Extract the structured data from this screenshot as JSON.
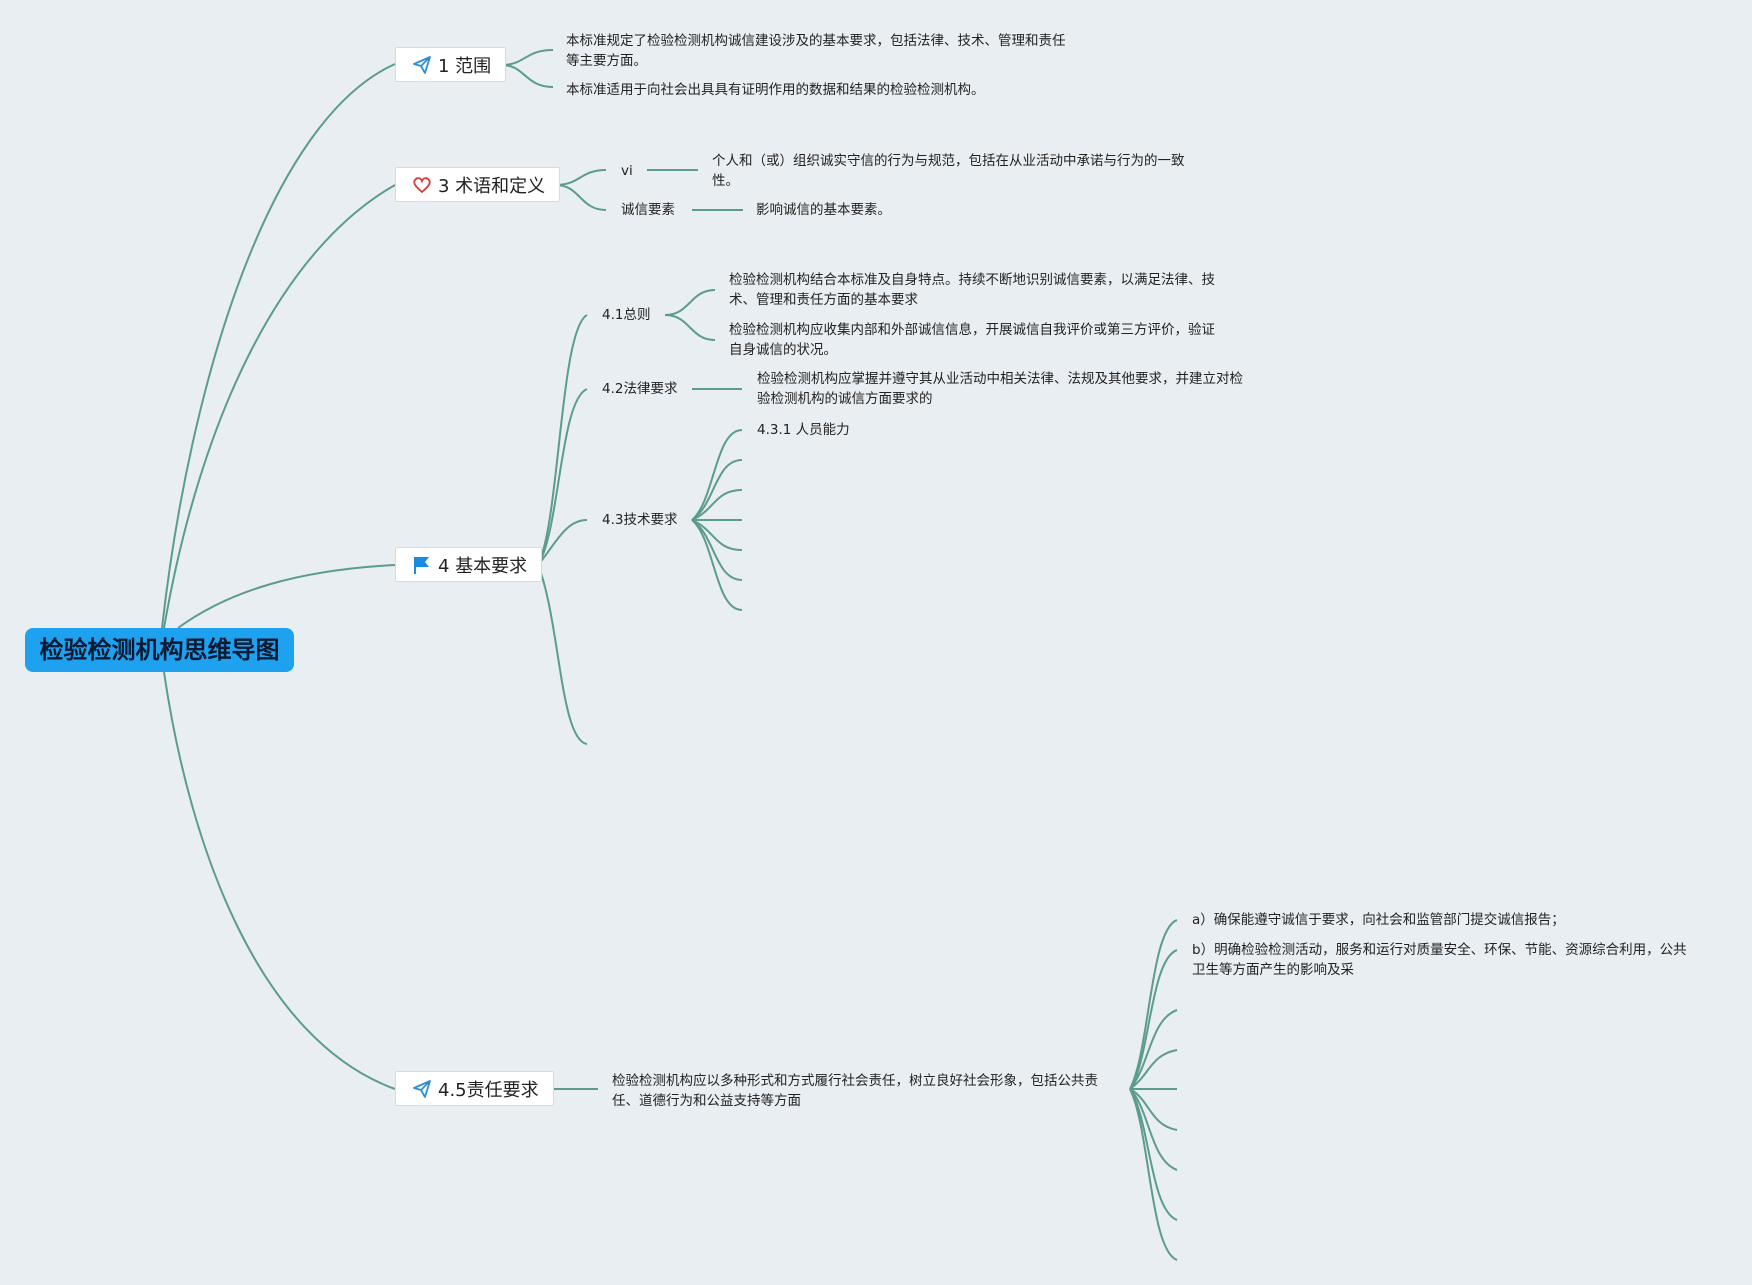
{
  "root": "检验检测机构思维导图",
  "colors": {
    "line": "#5c9c8c",
    "root_bg": "#1ea1ef",
    "flag": "#1a8be0",
    "plane": "#2a8fd6",
    "heart": "#d93a3a"
  },
  "branches": {
    "scope": {
      "label": "1 范围",
      "icon": "paper-plane-icon",
      "items": [
        "本标准规定了检验检测机构诚信建设涉及的基本要求，包括法律、技术、管理和责任等主要方面。",
        "本标准适用于向社会出具具有证明作用的数据和结果的检验检测机构。"
      ]
    },
    "terms": {
      "label": "3 术语和定义",
      "icon": "heart-icon",
      "items": [
        {
          "term": "vi",
          "def": "个人和（或）组织诚实守信的行为与规范，包括在从业活动中承诺与行为的一致性。"
        },
        {
          "term": "诚信要素",
          "def": "影响诚信的基本要素。"
        }
      ]
    },
    "basic": {
      "label": "4 基本要求",
      "icon": "flag-icon",
      "general": {
        "label": "4.1总则",
        "items": [
          "检验检测机构结合本标准及自身特点。持续不断地识别诚信要素，以满足法律、技术、管理和责任方面的基本要求",
          "检验检测机构应收集内部和外部诚信信息，开展诚信自我评价或第三方评价，验证自身诚信的状况。"
        ]
      },
      "legal": {
        "label": "4.2法律要求",
        "text": "检验检测机构应掌握并遵守其从业活动中相关法律、法规及其他要求，并建立对检验检测机构的诚信方面要求的"
      },
      "tech": {
        "label": "4.3技术要求",
        "first_child": "4.3.1 人员能力"
      }
    },
    "responsibility": {
      "label": "4.5责任要求",
      "icon": "paper-plane-icon",
      "text": "检验检测机构应以多种形式和方式履行社会责任，树立良好社会形象，包括公共责任、道德行为和公益支持等方面",
      "items": [
        "a）确保能遵守诚信于要求，向社会和监管部门提交诚信报告；",
        "b）明确检验检测活动，服务和运行对质量安全、环保、节能、资源综合利用，公共卫生等方面产生的影响及采"
      ]
    }
  }
}
